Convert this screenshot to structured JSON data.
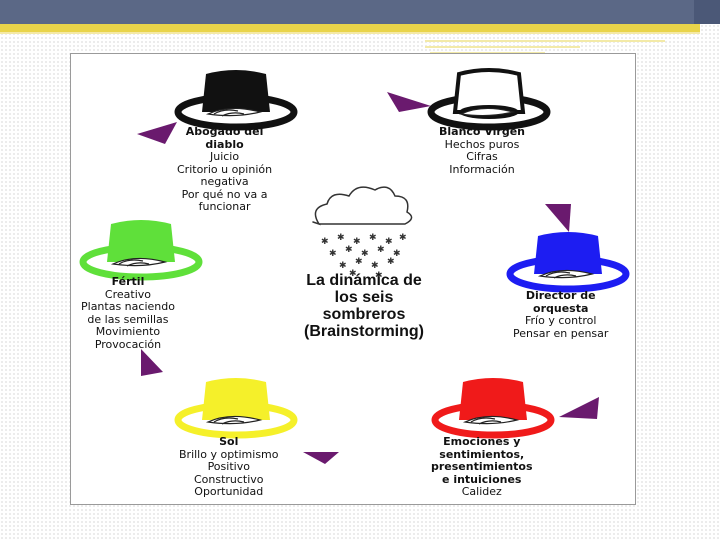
{
  "colors": {
    "topbar": "#5b6886",
    "accent_yellow": "#e9d44a",
    "arrow": "#6a1a6e",
    "hat_black": "#111111",
    "hat_white": "#ffffff",
    "hat_green": "#5fe03a",
    "hat_blue": "#1d1df2",
    "hat_red": "#f01a1a",
    "hat_yellow": "#f5f02a"
  },
  "diagram": {
    "center_title": [
      "La dinámica de",
      "los seis",
      "sombreros",
      "(Brainstorming)"
    ],
    "center_icon": "snow-cloud-icon",
    "hats": [
      {
        "id": "black",
        "title": [
          "Abogado del",
          "diablo"
        ],
        "lines": [
          "Juicio",
          "Critorio u opinión",
          "negativa",
          "Por qué no va a",
          "funcionar"
        ]
      },
      {
        "id": "white",
        "title": [
          "Blanco Virgen"
        ],
        "lines": [
          "Hechos puros",
          "Cifras",
          "Información"
        ]
      },
      {
        "id": "blue",
        "title": [
          "Director de",
          "orquesta"
        ],
        "lines": [
          "Frío y control",
          "Pensar en pensar"
        ]
      },
      {
        "id": "red",
        "title": [
          "Emociones y",
          "sentimientos,",
          "presentimientos",
          "e intuiciones"
        ],
        "lines": [
          "Calidez"
        ]
      },
      {
        "id": "yellow",
        "title": [
          "Sol"
        ],
        "lines": [
          "Brillo y optimismo",
          "Positivo",
          "Constructivo",
          "Oportunidad"
        ]
      },
      {
        "id": "green",
        "title": [
          "Fértil"
        ],
        "lines": [
          "Creativo",
          "Plantas naciendo",
          "de las semillas",
          "Movimiento",
          "Provocación"
        ]
      }
    ]
  }
}
